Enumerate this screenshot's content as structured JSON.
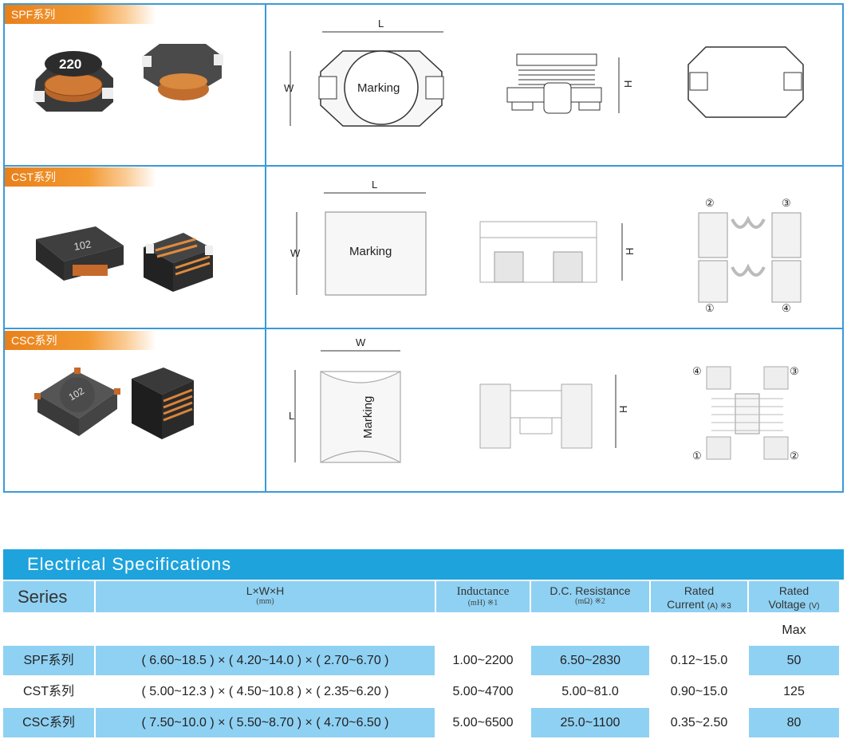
{
  "rows": [
    {
      "tag": "SPF系列",
      "code": "220",
      "dims": {
        "L": "L",
        "W": "W",
        "H": "H"
      },
      "marking": "Marking"
    },
    {
      "tag": "CST系列",
      "code": "102",
      "dims": {
        "L": "L",
        "W": "W",
        "H": "H"
      },
      "marking": "Marking",
      "pins": [
        "②",
        "③",
        "①",
        "④"
      ]
    },
    {
      "tag": "CSC系列",
      "code": "102",
      "dims": {
        "L": "L",
        "W": "W",
        "H": "H"
      },
      "marking": "Marking",
      "pins": [
        "④",
        "③",
        "①",
        "②"
      ]
    }
  ],
  "specs": {
    "title": "Electrical  Specifications",
    "headers": {
      "series": "Series",
      "lwh": "L×W×H",
      "lwh_unit": "(mm)",
      "inductance": "Inductance",
      "inductance_unit": "(mH)     ※1",
      "dcr": "D.C. Resistance",
      "dcr_unit": "(mΩ)     ※2",
      "rated_current_1": "Rated",
      "rated_current_2": "Current",
      "rated_current_unit": "(A) ※3",
      "rated_voltage_1": "Rated",
      "rated_voltage_2": "Voltage",
      "rated_voltage_unit": "(V)"
    },
    "max_label": "Max",
    "rows": [
      {
        "series": "SPF系列",
        "dims": "( 6.60~18.5 ) × ( 4.20~14.0 ) × ( 2.70~6.70 )",
        "inductance": "1.00~2200",
        "dcr": "6.50~2830",
        "current": "0.12~15.0",
        "voltage": "50"
      },
      {
        "series": "CST系列",
        "dims": "( 5.00~12.3 ) × ( 4.50~10.8 ) × ( 2.35~6.20 )",
        "inductance": "5.00~4700",
        "dcr": "5.00~81.0",
        "current": "0.90~15.0",
        "voltage": "125"
      },
      {
        "series": "CSC系列",
        "dims": "( 7.50~10.0 ) × ( 5.50~8.70 ) × ( 4.70~6.50 )",
        "inductance": "5.00~6500",
        "dcr": "25.0~1100",
        "current": "0.35~2.50",
        "voltage": "80"
      }
    ]
  },
  "colors": {
    "accent": "#1ea3dc",
    "header_cell": "#8fd1f3",
    "tag": "#e9801a",
    "grid": "#3a9ad9"
  }
}
